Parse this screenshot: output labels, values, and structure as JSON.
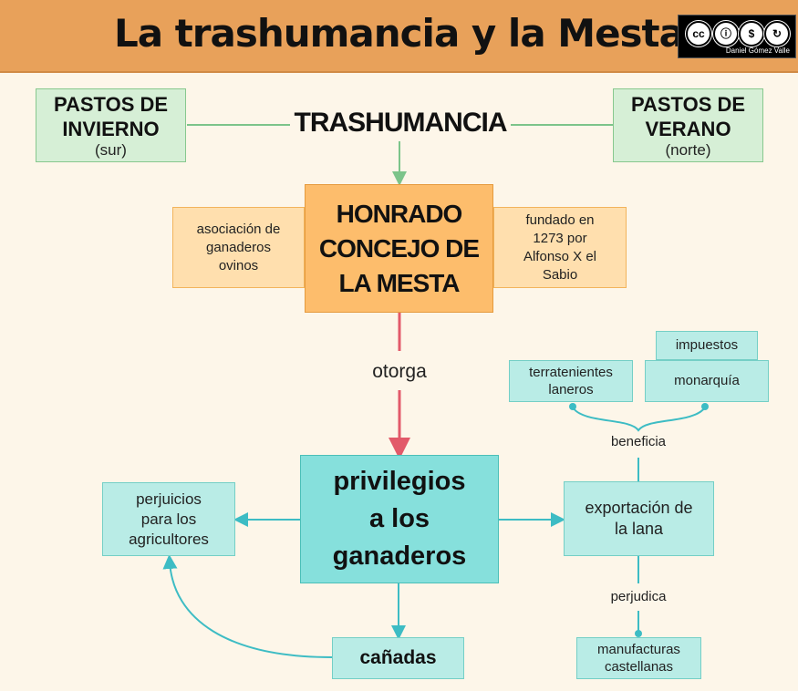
{
  "header": {
    "title": "La trashumancia y la Mesta",
    "license_caption": "Daniel Gómez Valle"
  },
  "pastos_invierno": {
    "line1": "PASTOS DE",
    "line2": "INVIERNO",
    "sub": "(sur)"
  },
  "pastos_verano": {
    "line1": "PASTOS DE",
    "line2": "VERANO",
    "sub": "(norte)"
  },
  "trashumancia": "TRASHUMANCIA",
  "mesta": {
    "line1": "HONRADO",
    "line2": "CONCEJO DE",
    "line3": "LA MESTA"
  },
  "asociacion": {
    "line1": "asociación de",
    "line2": "ganaderos",
    "line3": "ovinos"
  },
  "fundado": {
    "line1": "fundado en",
    "line2": "1273 por",
    "line3": "Alfonso X el",
    "line4": "Sabio"
  },
  "otorga": "otorga",
  "privilegios": {
    "line1": "privilegios",
    "line2": "a los",
    "line3": "ganaderos"
  },
  "perjuicios": {
    "line1": "perjuicios",
    "line2": "para los",
    "line3": "agricultores"
  },
  "canadas": "cañadas",
  "impuestos": "impuestos",
  "terratenientes": {
    "line1": "terratenientes",
    "line2": "laneros"
  },
  "monarquia": "monarquía",
  "beneficia": "beneficia",
  "exportacion": {
    "line1": "exportación de",
    "line2": "la lana"
  },
  "perjudica": "perjudica",
  "manufacturas": {
    "line1": "manufacturas",
    "line2": "castellanas"
  },
  "colors": {
    "header": "#e8a15a",
    "green": "#d6efd6",
    "orange": "#fdbd6c",
    "teal": "#86e0dc",
    "arrow_red": "#e25a6a",
    "arrow_green": "#7cc48a",
    "arrow_teal": "#3dbcc4"
  }
}
